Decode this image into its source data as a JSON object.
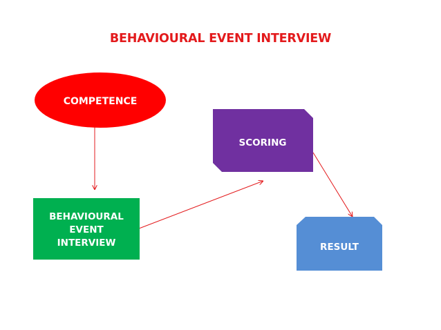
{
  "title": "BEHAVIOURAL EVENT INTERVIEW",
  "nodes": {
    "competence": {
      "label": "COMPETENCE",
      "color": "#ff0000"
    },
    "interview": {
      "lines": [
        "BEHAVIOURAL",
        "EVENT",
        "INTERVIEW"
      ],
      "color": "#00b050"
    },
    "scoring": {
      "label": "SCORING",
      "color": "#7030a0"
    },
    "result": {
      "label": "RESULT",
      "color": "#558ed5"
    }
  },
  "edge_color": "#e31a1c"
}
